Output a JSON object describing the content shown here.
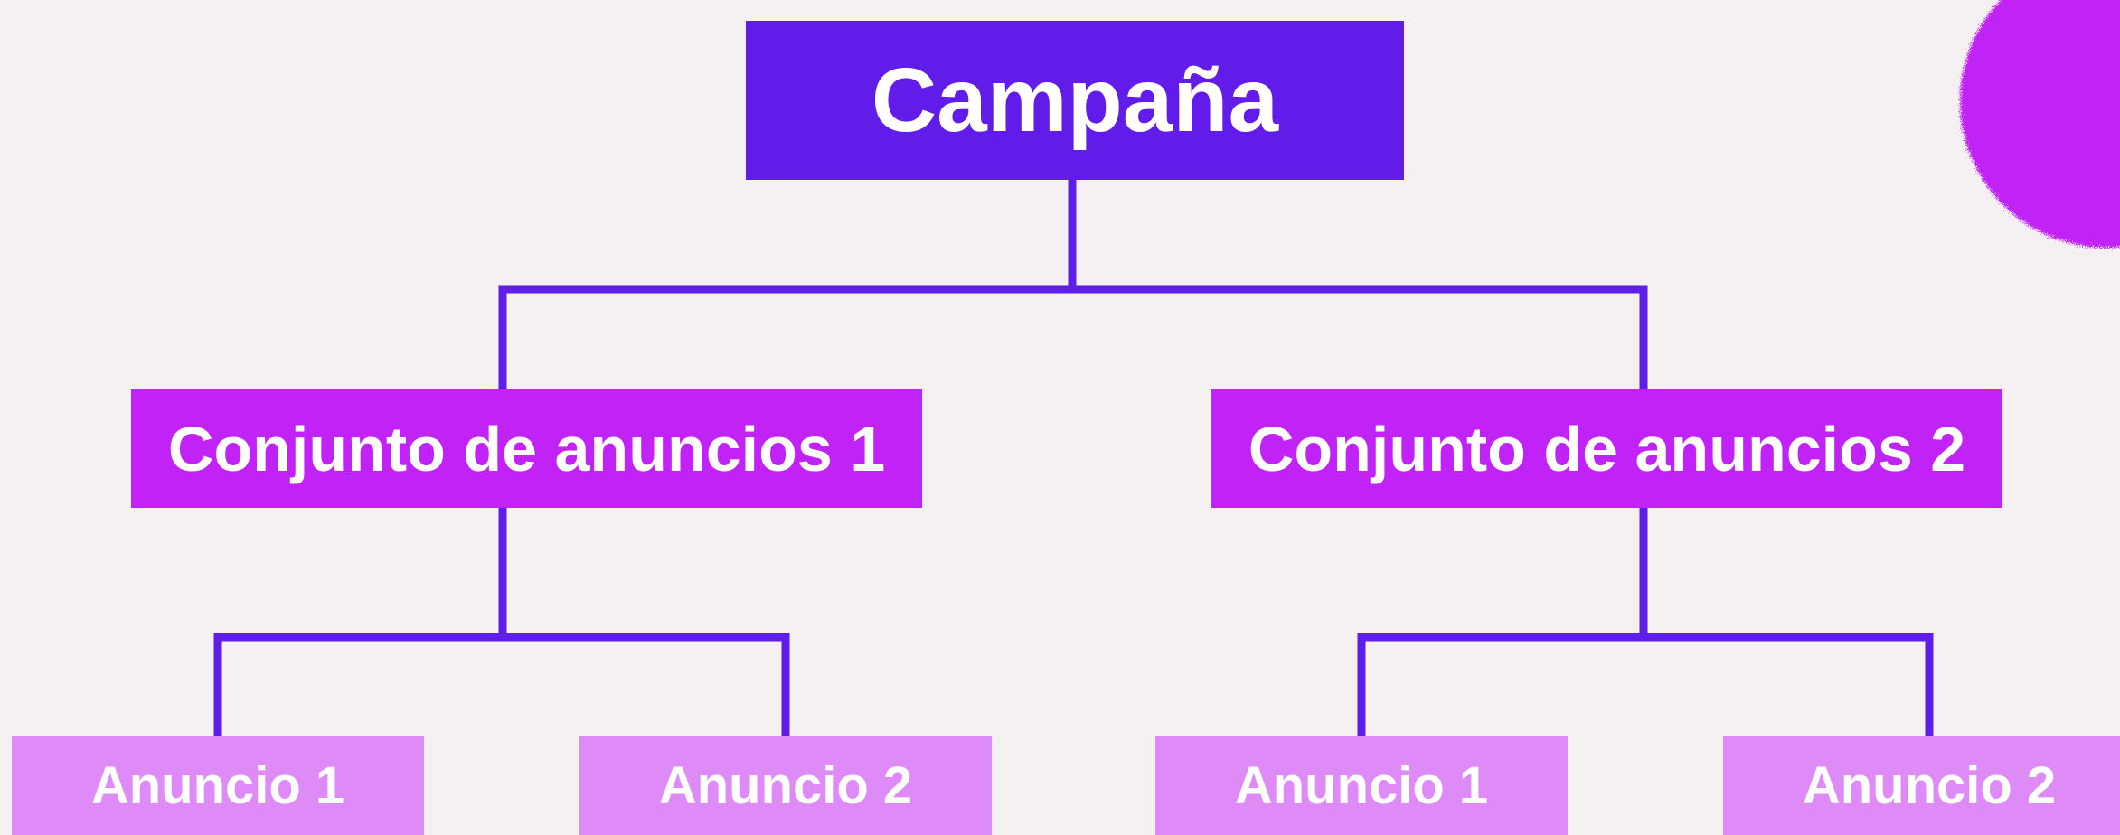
{
  "colors": {
    "background": "#f5f0f1",
    "root_fill": "#611cea",
    "level2_fill": "#c122f5",
    "level3_fill": "#de8bf7",
    "connector": "#5f1de8",
    "text": "#ffffff",
    "blob": "#c122f5"
  },
  "root": {
    "label": "Campaña"
  },
  "ad_sets": [
    {
      "label": "Conjunto de anuncios 1",
      "ads": [
        {
          "label": "Anuncio 1"
        },
        {
          "label": "Anuncio 2"
        }
      ]
    },
    {
      "label": "Conjunto de anuncios 2",
      "ads": [
        {
          "label": "Anuncio 1"
        },
        {
          "label": "Anuncio 2"
        }
      ]
    }
  ],
  "decoration": {
    "icon": "brush-circle-icon"
  }
}
